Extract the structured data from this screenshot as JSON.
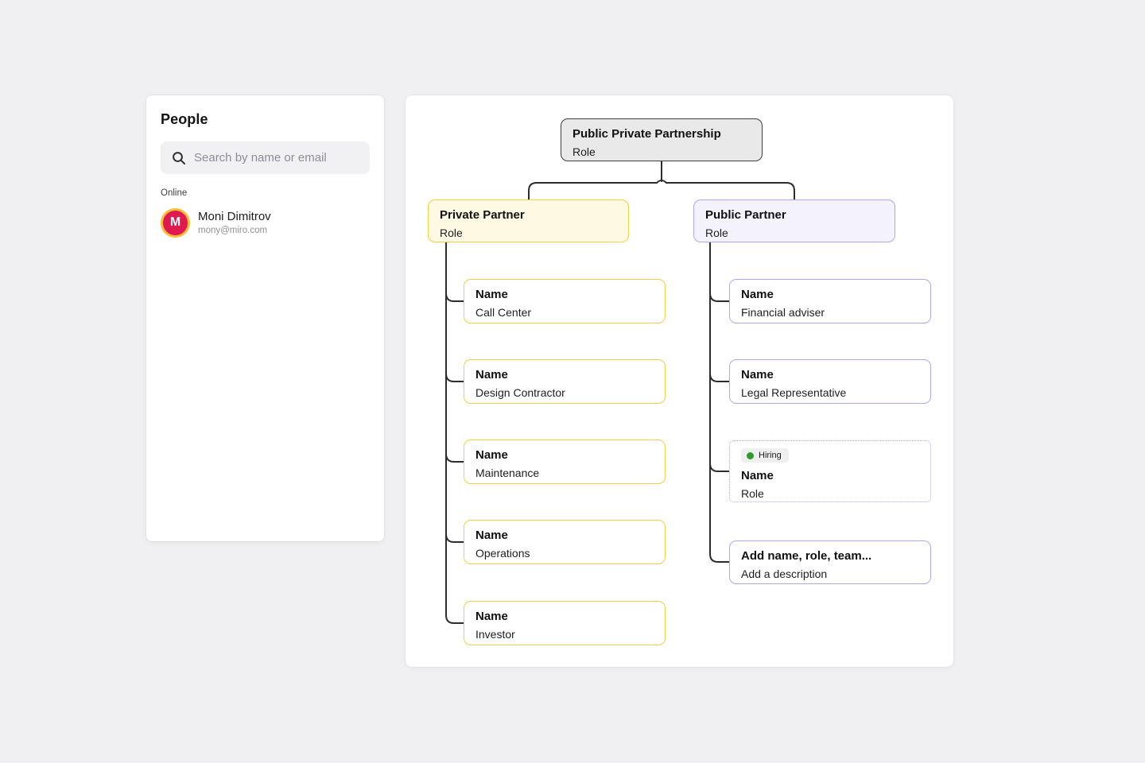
{
  "page": {
    "background": "#f0f0f2"
  },
  "people_panel": {
    "title": "People",
    "search": {
      "placeholder": "Search by name or email"
    },
    "section_label": "Online",
    "users": [
      {
        "initial": "M",
        "name": "Moni Dimitrov",
        "email": "mony@miro.com",
        "avatar_color": "#e01a50",
        "avatar_ring_color": "#fbbc36"
      }
    ]
  },
  "org_chart": {
    "root": {
      "title": "Public Private Partnership",
      "subtitle": "Role"
    },
    "branches": [
      {
        "title": "Private Partner",
        "subtitle": "Role",
        "accent_color": "#f2cf43",
        "children": [
          {
            "title": "Name",
            "subtitle": "Call Center"
          },
          {
            "title": "Name",
            "subtitle": "Design Contractor"
          },
          {
            "title": "Name",
            "subtitle": "Maintenance"
          },
          {
            "title": "Name",
            "subtitle": "Operations"
          },
          {
            "title": "Name",
            "subtitle": "Investor"
          }
        ]
      },
      {
        "title": "Public Partner",
        "subtitle": "Role",
        "accent_color": "#b1a6ef",
        "children": [
          {
            "title": "Name",
            "subtitle": "Financial adviser"
          },
          {
            "title": "Name",
            "subtitle": "Legal Representative"
          },
          {
            "title": "Name",
            "subtitle": "Role",
            "badge": "Hiring",
            "badge_dot_color": "#2a9e2a"
          },
          {
            "title": "Add name, role, team...",
            "subtitle": "Add a description"
          }
        ]
      }
    ],
    "connector_color": "#2d2d2d"
  }
}
